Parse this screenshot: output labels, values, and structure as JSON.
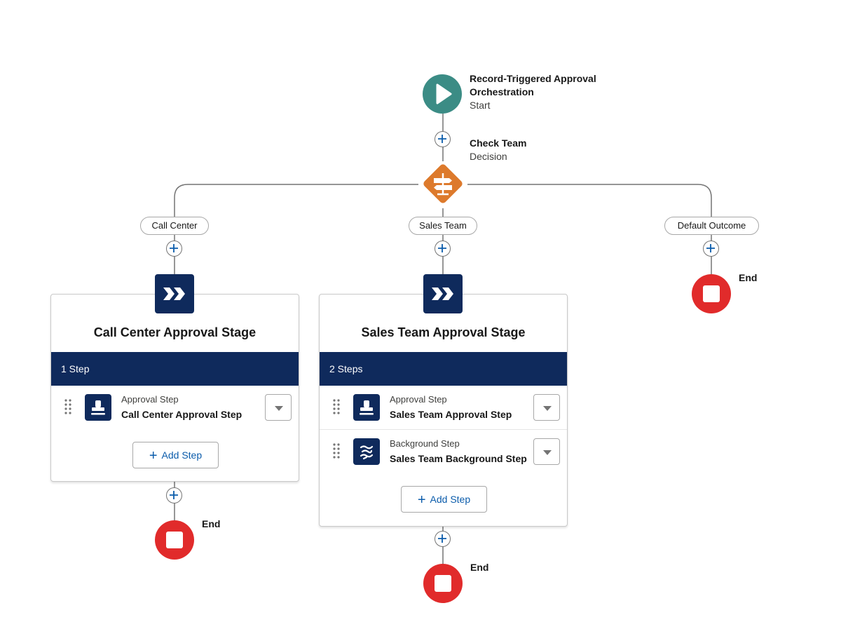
{
  "start": {
    "title_line1": "Record-Triggered Approval",
    "title_line2": "Orchestration",
    "subtitle": "Start",
    "icon": "play-icon"
  },
  "decision": {
    "title": "Check Team",
    "subtitle": "Decision",
    "icon": "signpost-icon"
  },
  "outcomes": [
    {
      "label": "Call Center"
    },
    {
      "label": "Sales Team"
    },
    {
      "label": "Default Outcome"
    }
  ],
  "stages": [
    {
      "title": "Call Center Approval Stage",
      "count_label": "1 Step",
      "steps": [
        {
          "type": "Approval Step",
          "name": "Call Center Approval Step",
          "icon": "approval-stamp-icon"
        }
      ],
      "add_step_label": "Add Step"
    },
    {
      "title": "Sales Team Approval Stage",
      "count_label": "2 Steps",
      "steps": [
        {
          "type": "Approval Step",
          "name": "Sales Team Approval Step",
          "icon": "approval-stamp-icon"
        },
        {
          "type": "Background Step",
          "name": "Sales Team Background Step",
          "icon": "background-waves-icon"
        }
      ],
      "add_step_label": "Add Step"
    }
  ],
  "end_label": "End",
  "colors": {
    "start": "#3b8c85",
    "decision": "#dd7a2c",
    "end": "#e12b2b",
    "stage_navy": "#0f2a5c",
    "link_blue": "#0b5cab"
  }
}
